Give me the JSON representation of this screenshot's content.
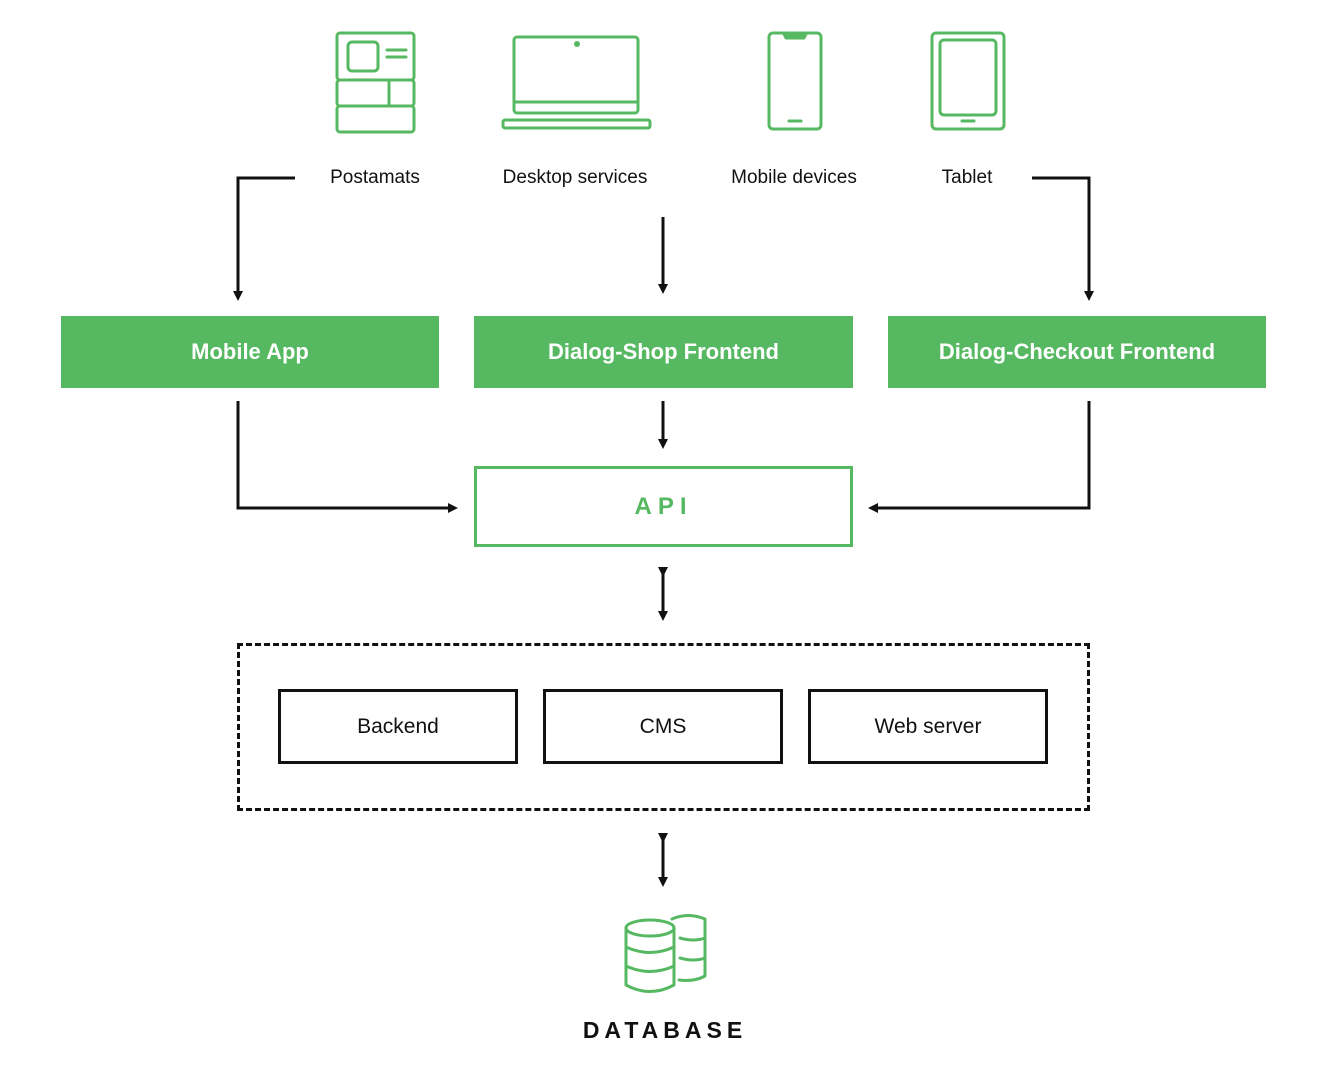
{
  "colors": {
    "accent": "#56b962",
    "ink": "#111111",
    "background": "#ffffff"
  },
  "devices": [
    {
      "label": "Postamats",
      "icon": "postamat-icon"
    },
    {
      "label": "Desktop services",
      "icon": "laptop-icon"
    },
    {
      "label": "Mobile devices",
      "icon": "smartphone-icon"
    },
    {
      "label": "Tablet",
      "icon": "tablet-icon"
    }
  ],
  "frontends": [
    {
      "label": "Mobile App"
    },
    {
      "label": "Dialog-Shop Frontend"
    },
    {
      "label": "Dialog-Checkout Frontend"
    }
  ],
  "api": {
    "label": "API"
  },
  "services": [
    {
      "label": "Backend"
    },
    {
      "label": "CMS"
    },
    {
      "label": "Web server"
    }
  ],
  "database": {
    "label": "DATABASE",
    "icon": "database-icon"
  }
}
